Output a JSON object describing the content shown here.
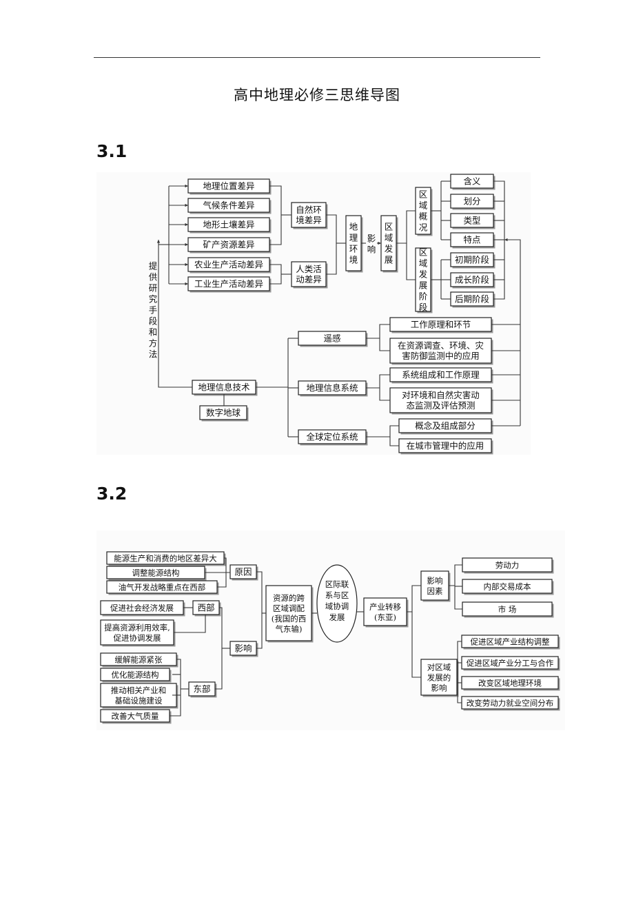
{
  "page": {
    "title": "高中地理必修三思维导图"
  },
  "section_31": {
    "heading": "3.1",
    "natural_factors": [
      "地理位置差异",
      "气候条件差异",
      "地形土壤差异",
      "矿产资源差异"
    ],
    "human_factors": [
      "农业生产活动差异",
      "工业生产活动差异"
    ],
    "natural_env_diff": [
      "自然环",
      "境差异"
    ],
    "human_act_diff": [
      "人类活",
      "动差异"
    ],
    "geo_env": [
      "地",
      "理",
      "环",
      "境"
    ],
    "influence": [
      "影",
      "响"
    ],
    "region_dev": [
      "区",
      "域",
      "发",
      "展"
    ],
    "region_overview": [
      "区",
      "域",
      "概",
      "况"
    ],
    "region_stages": [
      "区",
      "域",
      "发",
      "展",
      "阶",
      "段"
    ],
    "overview_items": [
      "含义",
      "划分",
      "类型",
      "特点"
    ],
    "stage_items": [
      "初期阶段",
      "成长阶段",
      "后期阶段"
    ],
    "research_means": [
      "提",
      "供",
      "研",
      "究",
      "手",
      "段",
      "和",
      "方",
      "法"
    ],
    "geo_info_tech": "地理信息技术",
    "digital_earth": "数字地球",
    "rs": "遥感",
    "rs_items": [
      [
        "工作原理和环节"
      ],
      [
        "在资源调查、环境、灾",
        "害防御监测中的应用"
      ]
    ],
    "gis": "地理信息系统",
    "gis_items": [
      [
        "系统组成和工作原理"
      ],
      [
        "对环境和自然灾害动",
        "态监测及评估预测"
      ]
    ],
    "gps": "全球定位系统",
    "gps_items": [
      "概念及组成部分",
      "在城市管理中的应用"
    ]
  },
  "section_32": {
    "heading": "3.2",
    "causes": [
      "能源生产和消费的地区差异大",
      "调整能源结构",
      "油气开发战略重点在西部"
    ],
    "cause_label": "原因",
    "west_label": "西部",
    "west_items": [
      [
        "促进社会经济发展"
      ],
      [
        "提高资源利用效率,",
        "促进协调发展"
      ]
    ],
    "east_label": "东部",
    "east_items": [
      [
        "缓解能源紧张"
      ],
      [
        "优化能源结构"
      ],
      [
        "推动相关产业和",
        "基础设施建设"
      ],
      [
        "改善大气质量"
      ]
    ],
    "impact_label": "影响",
    "center_case": [
      "资源的跨",
      "区域调配",
      "(我国的西",
      "气东输)"
    ],
    "center_oval": [
      "区际联",
      "系与区",
      "域协调",
      "发展"
    ],
    "transfer": [
      "产业转移",
      "(东亚)"
    ],
    "factors_label": [
      "影响",
      "因素"
    ],
    "factors": [
      "劳动力",
      "内部交易成本",
      "市  场"
    ],
    "dev_impact_label": [
      "对区域",
      "发展的",
      "影响"
    ],
    "dev_impacts": [
      "促进区域产业结构调整",
      "促进区域产业分工与合作",
      "改变区域地理环境",
      "改变劳动力就业空间分布"
    ]
  }
}
